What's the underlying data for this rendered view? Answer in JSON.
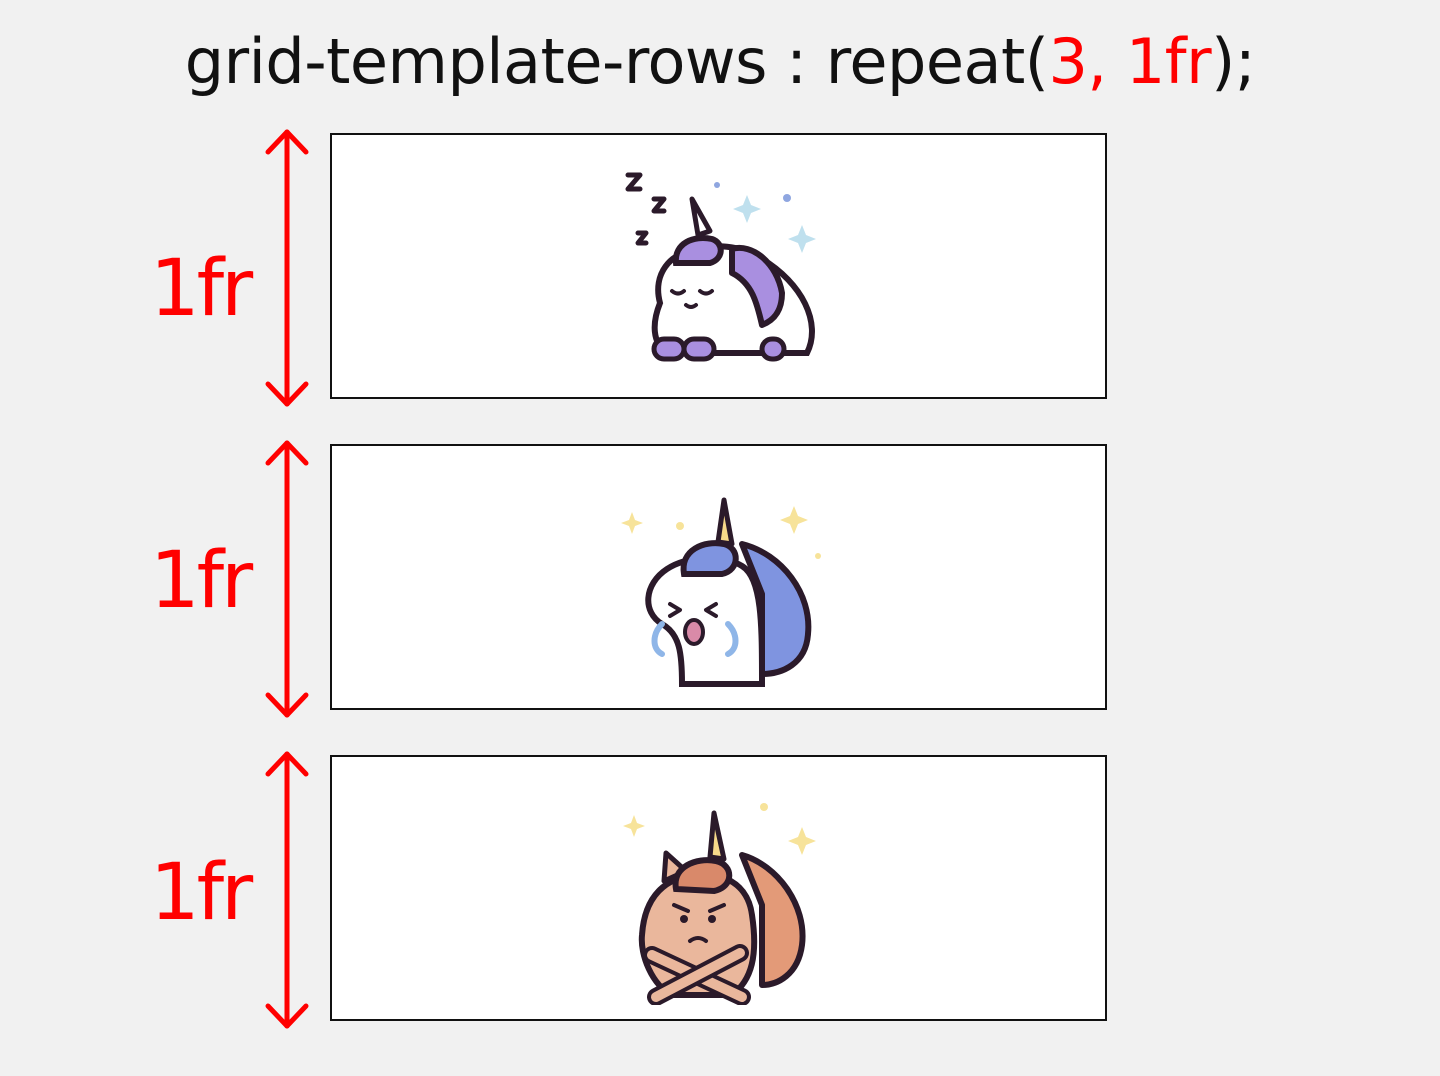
{
  "title": {
    "prefix": "grid-template-rows : repeat(",
    "args": "3, 1fr",
    "suffix": ");"
  },
  "rows": [
    {
      "label": "1fr",
      "icon": "sleeping-unicorn-icon"
    },
    {
      "label": "1fr",
      "icon": "crying-unicorn-icon"
    },
    {
      "label": "1fr",
      "icon": "angry-unicorn-icon"
    }
  ],
  "colors": {
    "accent": "#ff0000",
    "text": "#111111",
    "background": "#f1f1f1",
    "box": "#ffffff"
  }
}
